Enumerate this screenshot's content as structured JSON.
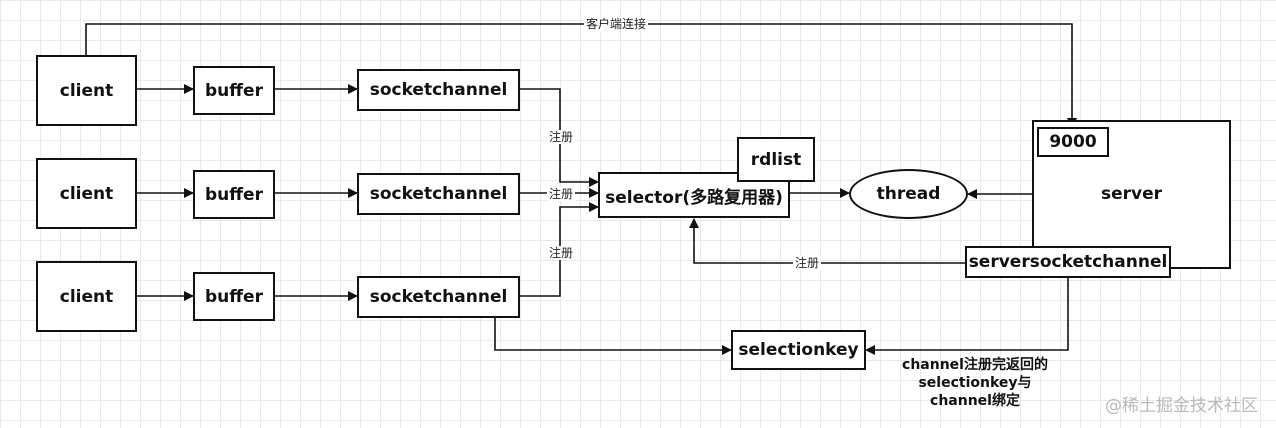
{
  "nodes": {
    "client_1": "client",
    "client_2": "client",
    "client_3": "client",
    "buffer_1": "buffer",
    "buffer_2": "buffer",
    "buffer_3": "buffer",
    "socketchannel_1": "socketchannel",
    "socketchannel_2": "socketchannel",
    "socketchannel_3": "socketchannel",
    "selector": "selector(多路复用器)",
    "rdlist": "rdlist",
    "thread": "thread",
    "server": "server",
    "server_port": "9000",
    "serversocketchannel": "serversocketchannel",
    "selectionkey": "selectionkey"
  },
  "edge_labels": {
    "client_connect": "客户端连接",
    "register_1": "注册",
    "register_2": "注册",
    "register_3": "注册",
    "register_server": "注册"
  },
  "note": {
    "line1": "channel注册完返回的",
    "line2": "selectionkey与",
    "line3": "channel绑定"
  },
  "watermark": "@稀土掘金技术社区"
}
